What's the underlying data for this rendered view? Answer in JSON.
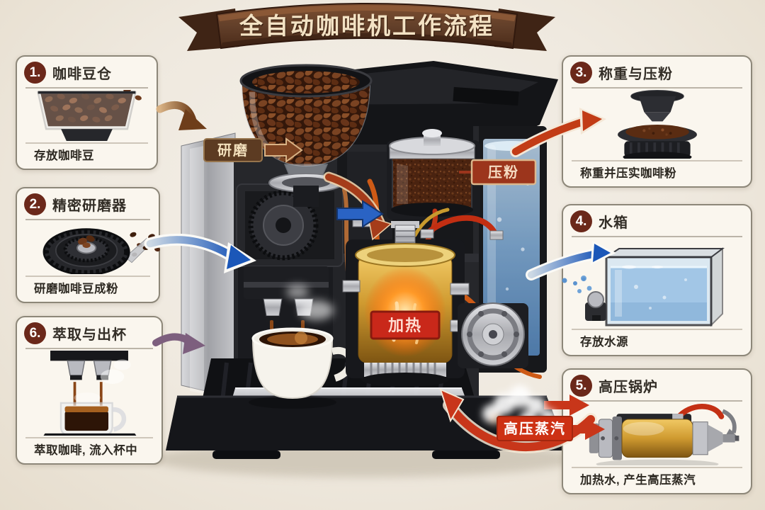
{
  "title": {
    "banner": "全自动咖啡机工作流程"
  },
  "callouts": [
    {
      "number": "1.",
      "title": "咖啡豆仓",
      "caption": "存放咖啡豆"
    },
    {
      "number": "2.",
      "title": "精密研磨器",
      "caption": "研磨咖啡豆成粉"
    },
    {
      "number": "3.",
      "title": "称重与压粉",
      "caption": "称重并压实咖啡粉"
    },
    {
      "number": "4.",
      "title": "水箱",
      "caption": "存放水源"
    },
    {
      "number": "5.",
      "title": "高压锅炉",
      "caption": "加热水, 产生高压蒸汽"
    },
    {
      "number": "6.",
      "title": "萃取与出杯",
      "caption": "萃取咖啡, 流入杯中"
    }
  ],
  "machine_labels": {
    "grind": "研磨",
    "tamp": "压粉",
    "heat": "加热",
    "steam": "高压蒸汽"
  },
  "colors": {
    "accent_red": "#c43418",
    "accent_blue": "#1f5fc0",
    "banner_brown": "#5d3a26",
    "step_badge": "#6b281a",
    "gold_boiler": "#cf9a30"
  }
}
